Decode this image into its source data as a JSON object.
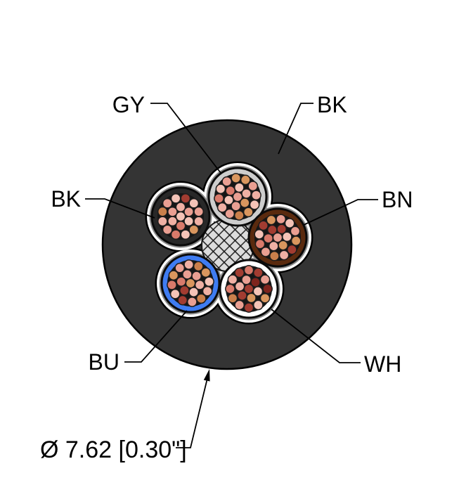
{
  "diagram": {
    "type": "cable-cross-section",
    "callouts": {
      "gy": "GY",
      "bk_jacket": "BK",
      "bk": "BK",
      "bn": "BN",
      "bu": "BU",
      "wh": "WH"
    },
    "dimension": {
      "text": "Ø 7.62 [0.30\"]"
    },
    "colors": {
      "jacket": "#343434",
      "outline": "#000000",
      "wrap_tape": "#ffffff",
      "interstitial": "#8a8a8a",
      "filler": "#dcdcdc",
      "filler_hatch": "#161616",
      "strand_backdrop": "#151515"
    },
    "strand_palette": [
      "#f4c3b7",
      "#ea9f92",
      "#d97a6b",
      "#d9965e",
      "#c97f4b",
      "#a23c31",
      "#7e241d",
      "#efb0a4"
    ],
    "conductors": [
      {
        "id": "gy",
        "label": "GY",
        "insulation_color": "#cdcdcd",
        "rot": 10,
        "strands": [
          1,
          0,
          7,
          3,
          1,
          0,
          2,
          3,
          1,
          7,
          0,
          3,
          4,
          1,
          7,
          2,
          0,
          1,
          3
        ]
      },
      {
        "id": "bn",
        "label": "BN",
        "insulation_color": "#5a2a0e",
        "rot": 25,
        "strands": [
          1,
          5,
          0,
          3,
          7,
          2,
          5,
          0,
          1,
          3,
          5,
          7,
          4,
          1,
          2,
          0,
          5,
          3,
          1
        ]
      },
      {
        "id": "wh",
        "label": "WH",
        "insulation_color": "#ffffff",
        "rot": -15,
        "strands": [
          5,
          1,
          6,
          0,
          3,
          5,
          7,
          2,
          5,
          1,
          6,
          3,
          0,
          5,
          1,
          4,
          2,
          7,
          5
        ]
      },
      {
        "id": "bu",
        "label": "BU",
        "insulation_color": "#3f7cf2",
        "rot": 40,
        "strands": [
          3,
          1,
          7,
          0,
          5,
          2,
          1,
          3,
          0,
          7,
          4,
          1,
          5,
          0,
          2,
          3,
          1,
          7,
          4
        ]
      },
      {
        "id": "bk",
        "label": "BK",
        "insulation_color": "#282828",
        "rot": 0,
        "strands": [
          0,
          7,
          1,
          0,
          2,
          7,
          1,
          5,
          0,
          1,
          7,
          3,
          0,
          2,
          1,
          7,
          4,
          1,
          0
        ]
      }
    ]
  }
}
